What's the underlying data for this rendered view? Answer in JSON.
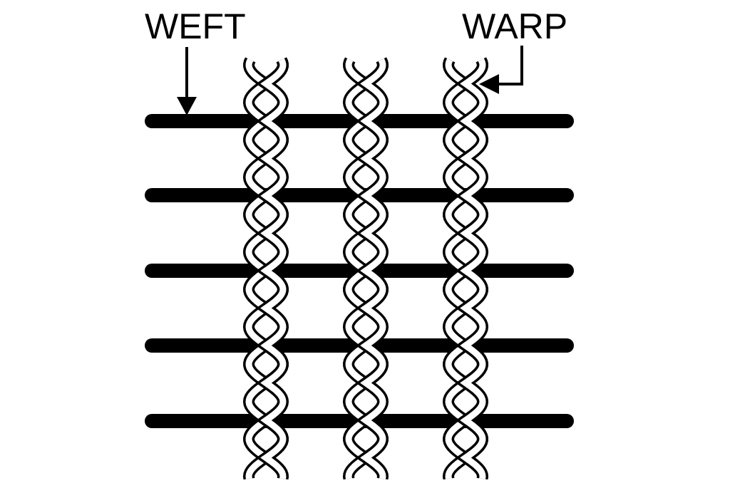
{
  "labels": {
    "weft": "WEFT",
    "warp": "WARP"
  },
  "structure": {
    "weft_wire_count": 5,
    "warp_strand_count": 3,
    "twists_per_cell": 1
  },
  "colors": {
    "ink": "#000000",
    "background": "#ffffff"
  }
}
